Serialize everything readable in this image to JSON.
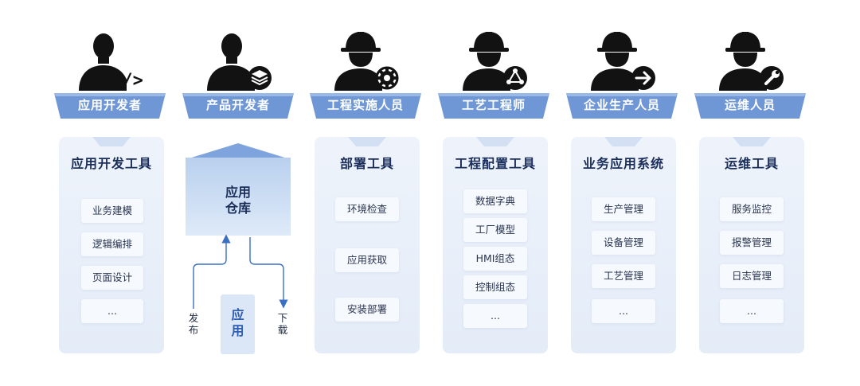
{
  "roles": [
    {
      "label": "应用开发者",
      "badge": "code"
    },
    {
      "label": "产品开发者",
      "badge": "layers"
    },
    {
      "label": "工程实施人员",
      "badge": "gear"
    },
    {
      "label": "工艺工程师",
      "badge": "nodes"
    },
    {
      "label": "企业生产人员",
      "badge": "arrow"
    },
    {
      "label": "运维人员",
      "badge": "wrench"
    }
  ],
  "panels": [
    {
      "title": "应用开发工具",
      "items": [
        "业务建模",
        "逻辑编排",
        "页面设计",
        "..."
      ]
    },
    {
      "title": "部署工具",
      "items": [
        "环境检查",
        "应用获取",
        "安装部署"
      ]
    },
    {
      "title": "工程配置工具",
      "items": [
        "数据字典",
        "工厂模型",
        "HMI组态",
        "控制组态",
        "..."
      ]
    },
    {
      "title": "业务应用系统",
      "items": [
        "生产管理",
        "设备管理",
        "工艺管理",
        "..."
      ]
    },
    {
      "title": "运维工具",
      "items": [
        "服务监控",
        "报警管理",
        "日志管理",
        "..."
      ]
    }
  ],
  "warehouse": {
    "line1": "应用",
    "line2": "仓库"
  },
  "app_box": {
    "line1": "应",
    "line2": "用"
  },
  "publish": {
    "c1": "发",
    "c2": "布"
  },
  "download": {
    "c1": "下",
    "c2": "载"
  },
  "colors": {
    "role_banner": "#6f97d6",
    "panel_bg": "#e9f0fa",
    "arrow": "#3a6fc4",
    "figure": "#121212"
  }
}
